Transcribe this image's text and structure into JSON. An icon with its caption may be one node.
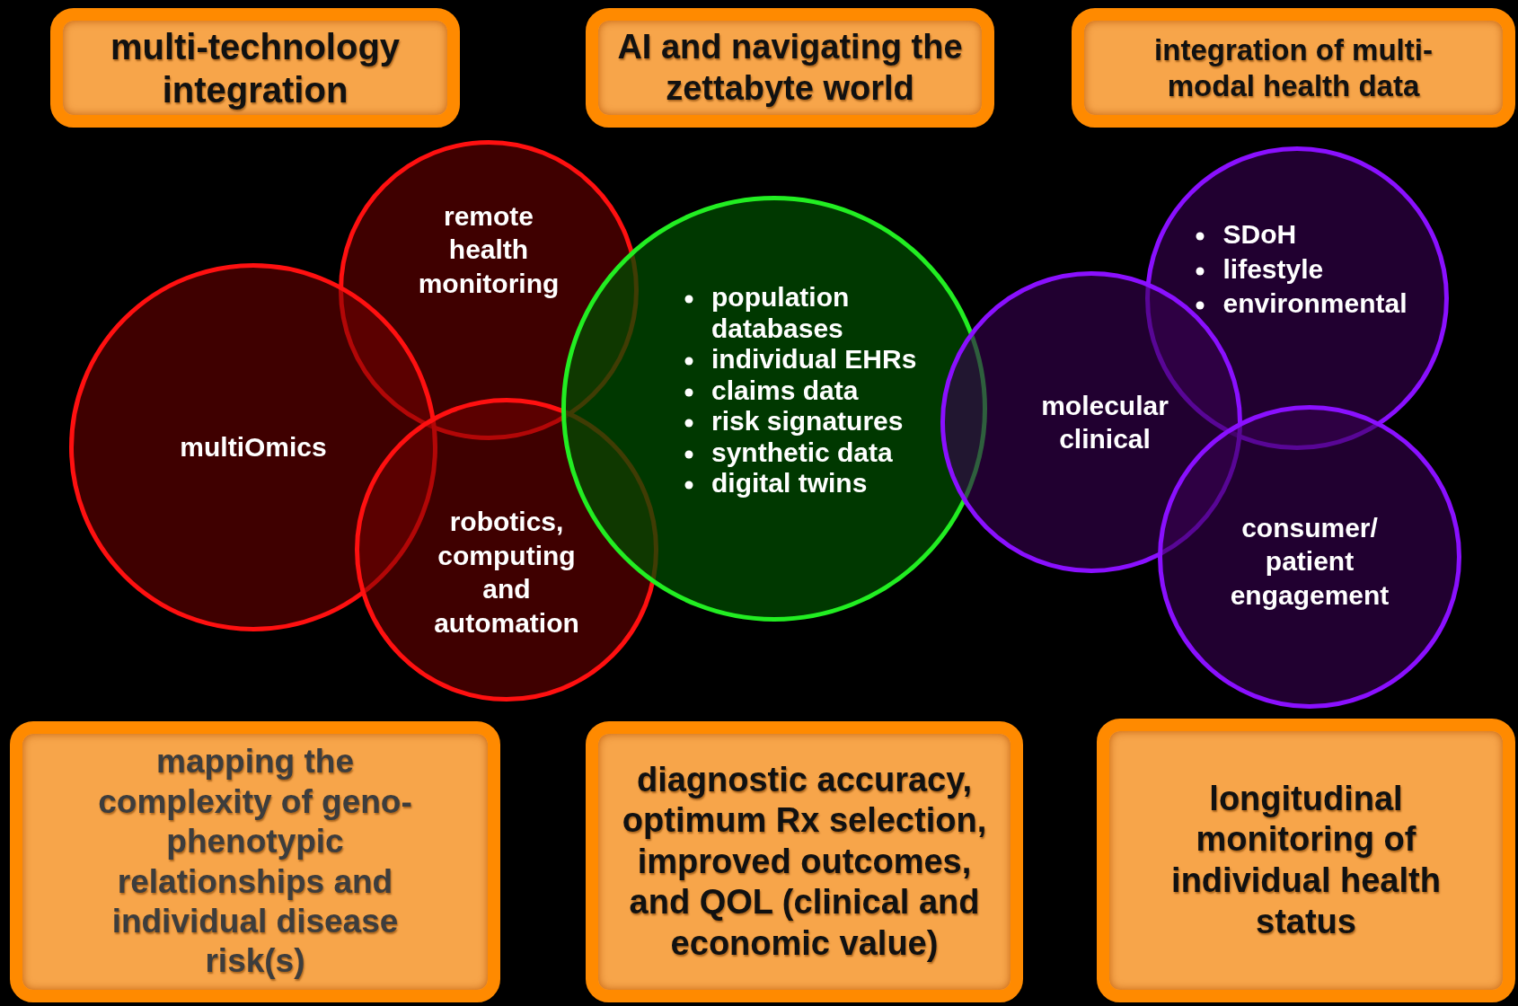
{
  "diagram": {
    "nodes": [
      {
        "text": [
          "multi-technology integration"
        ]
      },
      {
        "text": [
          "AI and navigating the zettabyte world"
        ]
      },
      {
        "text": [
          "integration of multi-modal health data"
        ]
      },
      {
        "text": [
          "remote health monitoring"
        ]
      },
      {
        "text": [
          "multiOmics"
        ]
      },
      {
        "text": [
          "robotics, computing and automation"
        ]
      },
      {
        "text": [
          "population databases",
          "individual EHRs",
          "claims data",
          "risk signatures",
          "synthetic data",
          "digital twins"
        ]
      },
      {
        "text": [
          "SDoH",
          "lifestyle",
          "environmental"
        ]
      },
      {
        "text": [
          "molecular clinical"
        ]
      },
      {
        "text": [
          "consumer/ patient engagement"
        ]
      },
      {
        "text": [
          "mapping the complexity of geno-phenotypic relationships and individual disease risk(s)"
        ]
      },
      {
        "text": [
          "diagnostic accuracy, optimum Rx selection, improved outcomes, and QOL (clinical and economic value)"
        ]
      },
      {
        "text": [
          "longitudinal monitoring of individual health status"
        ]
      }
    ],
    "edges": []
  }
}
